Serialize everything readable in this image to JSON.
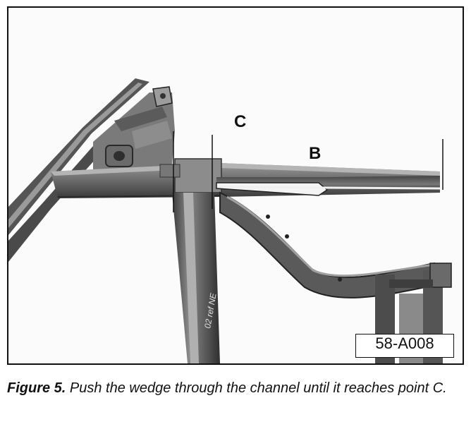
{
  "figure": {
    "labels": {
      "c": "C",
      "b": "B"
    },
    "reference_code": "58-A008",
    "part_marking": "02 ref NE"
  },
  "caption": {
    "figure_label": "Figure 5.",
    "text": " Push the wedge through the channel until it reaches point C."
  }
}
